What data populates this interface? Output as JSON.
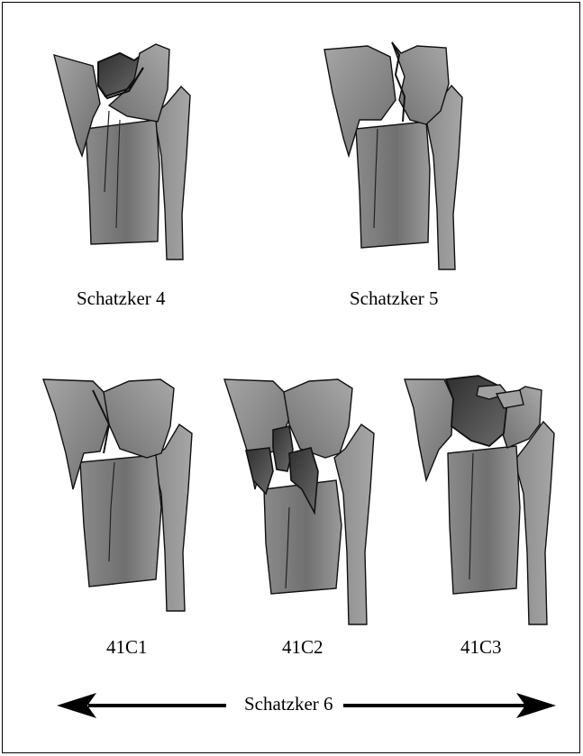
{
  "labels": {
    "top_left": "Schatzker 4",
    "top_right": "Schatzker 5",
    "bottom_left": "41C1",
    "bottom_middle": "41C2",
    "bottom_right": "41C3",
    "range": "Schatzker 6"
  },
  "colors": {
    "bone_light": "#9a9a9a",
    "bone_mid": "#7c7c7c",
    "bone_dark": "#4a4a4a",
    "fragment_dark": "#3a3a3a",
    "outline": "#111111",
    "arrow": "#000000"
  }
}
